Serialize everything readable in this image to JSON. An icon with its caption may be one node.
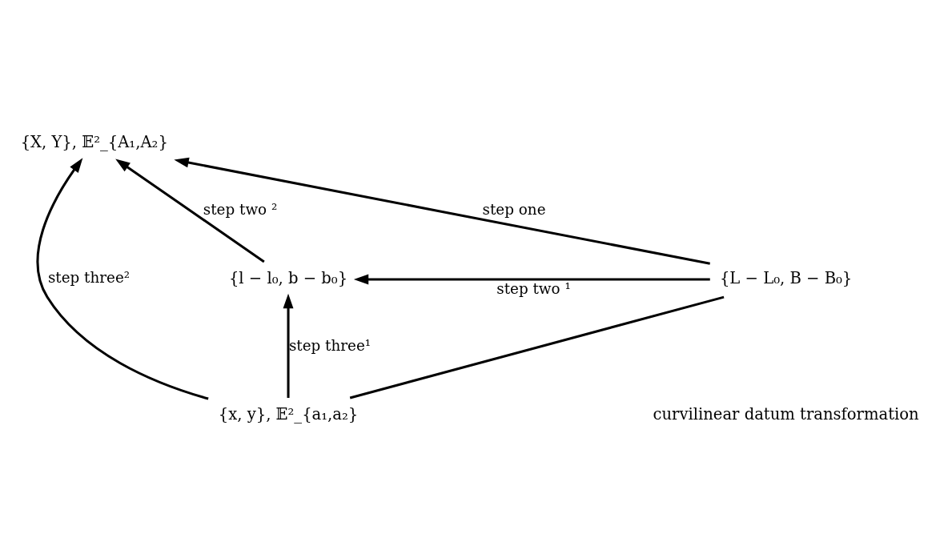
{
  "diagram": {
    "nodes": [
      {
        "text": [
          "{X, Y}, 𝔼²_{A₁,A₂}"
        ]
      },
      {
        "text": [
          "{x, y}, 𝔼²_{a₁,a₂}"
        ]
      },
      {
        "text": [
          "{L − L₀, B − B₀}"
        ]
      },
      {
        "text": [
          "{l − l₀, b − b₀}"
        ]
      }
    ],
    "edges": [
      {
        "from": 2,
        "to": 0,
        "arrow": "to",
        "label": "step one"
      },
      {
        "from": 1,
        "to": 0,
        "arrow": "to",
        "label": "step three²"
      },
      {
        "from": 3,
        "to": 0,
        "arrow": "to",
        "label": "step two ²"
      },
      {
        "from": 2,
        "to": 1,
        "arrow": "none"
      },
      {
        "from": 1,
        "to": 3,
        "arrow": "to",
        "label": "step three¹"
      },
      {
        "from": 2,
        "to": 3,
        "arrow": "to",
        "label": "step two ¹"
      }
    ],
    "labels": [
      "curvilinear datum transformation"
    ]
  }
}
